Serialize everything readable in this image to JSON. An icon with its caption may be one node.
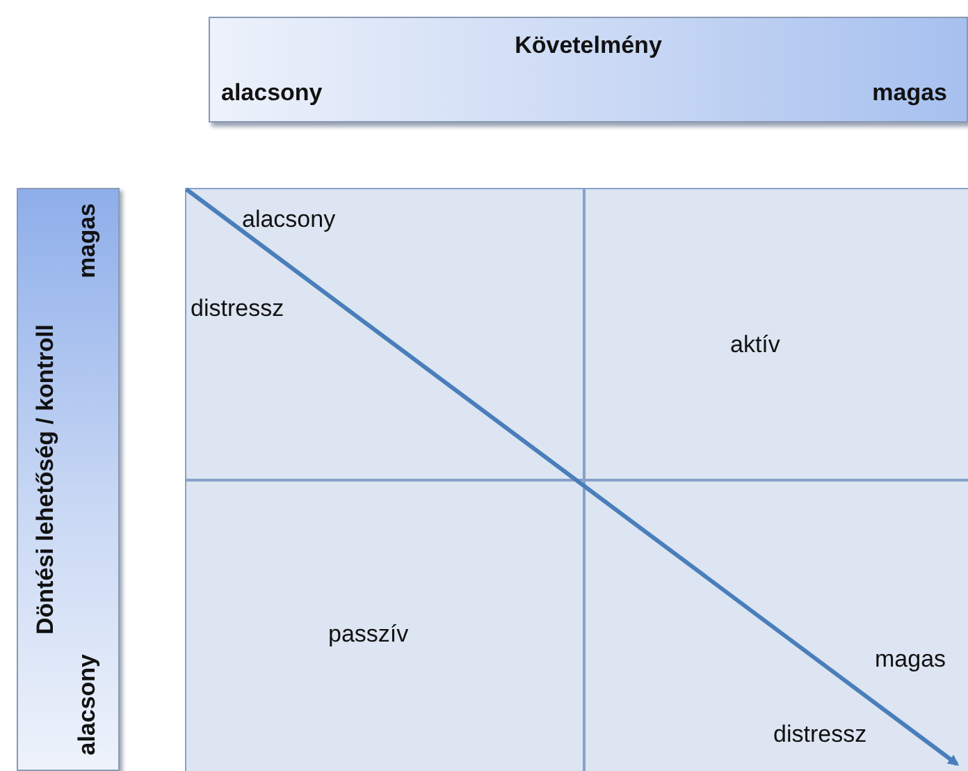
{
  "diagram": {
    "nodes": [
      {
        "text": [
          "Követelmény",
          "alacsony",
          "magas"
        ]
      },
      {
        "text": [
          "Döntési lehetőség / kontroll",
          "magas",
          "alacsony"
        ]
      },
      {
        "text": [
          "alacsony",
          "distressz"
        ]
      },
      {
        "text": [
          "aktív"
        ]
      },
      {
        "text": [
          "passzív"
        ]
      },
      {
        "text": [
          "magas",
          "distressz"
        ]
      }
    ],
    "edges": [
      {
        "from": 2,
        "to": 5,
        "arrow": "to"
      }
    ]
  }
}
